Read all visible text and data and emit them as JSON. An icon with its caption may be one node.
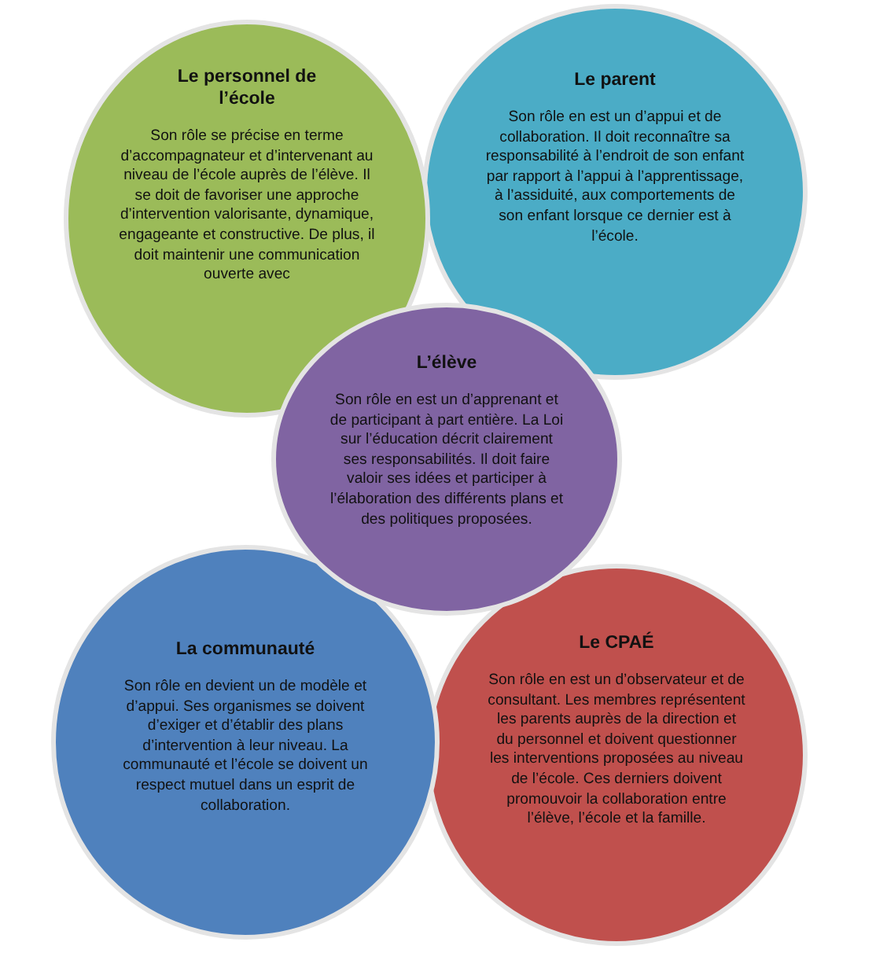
{
  "diagram": {
    "nodes": [
      {
        "text": [
          "Le personnel de l’école",
          "Son rôle se précise en terme d’accompagnateur et d’intervenant au niveau de l’école auprès de l’élève. Il se doit de favoriser une approche d’intervention valorisante, dynamique, engageante et constructive. De plus, il doit maintenir une communication ouverte avec"
        ]
      },
      {
        "text": [
          "Le parent",
          "Son rôle en est un d’appui et de collaboration. Il doit reconnaître sa responsabilité à l’endroit de son enfant par rapport à l’appui à l’apprentissage, à l’assiduité, aux comportements de son enfant lorsque ce dernier est à l’école."
        ]
      },
      {
        "text": [
          "L’élève",
          "Son rôle en est un d’apprenant et de participant à part entière. La Loi sur l’éducation décrit clairement ses responsabilités. Il doit faire valoir ses idées et participer à l’élaboration des différents plans et des politiques proposées."
        ]
      },
      {
        "text": [
          "La communauté",
          "Son rôle en devient un de modèle et d’appui. Ses organismes se doivent d’exiger et d’établir des plans d’intervention à leur niveau. La communauté et l’école se doivent un respect mutuel dans un esprit de collaboration."
        ]
      },
      {
        "text": [
          "Le CPAÉ",
          "Son rôle en est un d’observateur et de consultant. Les membres représentent les parents auprès de la direction et du personnel et doivent questionner les interventions proposées au niveau de l’école. Ces derniers doivent promouvoir la collaboration entre l’élève, l’école et la famille."
        ]
      }
    ]
  }
}
